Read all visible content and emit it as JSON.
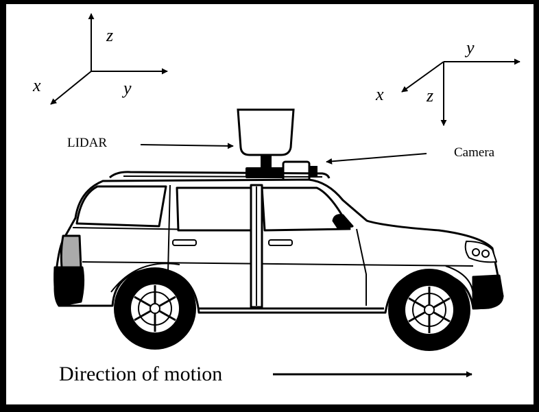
{
  "lidar_label": "LIDAR",
  "camera_label": "Camera",
  "caption": "Direction of motion",
  "world_axes": {
    "x": "x",
    "y": "y",
    "z": "z"
  },
  "camera_axes": {
    "x": "x",
    "y": "y",
    "z": "z"
  },
  "colors": {
    "frame": "#000000",
    "background": "#ffffff",
    "ink": "#000000",
    "glass": "#ffffff"
  }
}
